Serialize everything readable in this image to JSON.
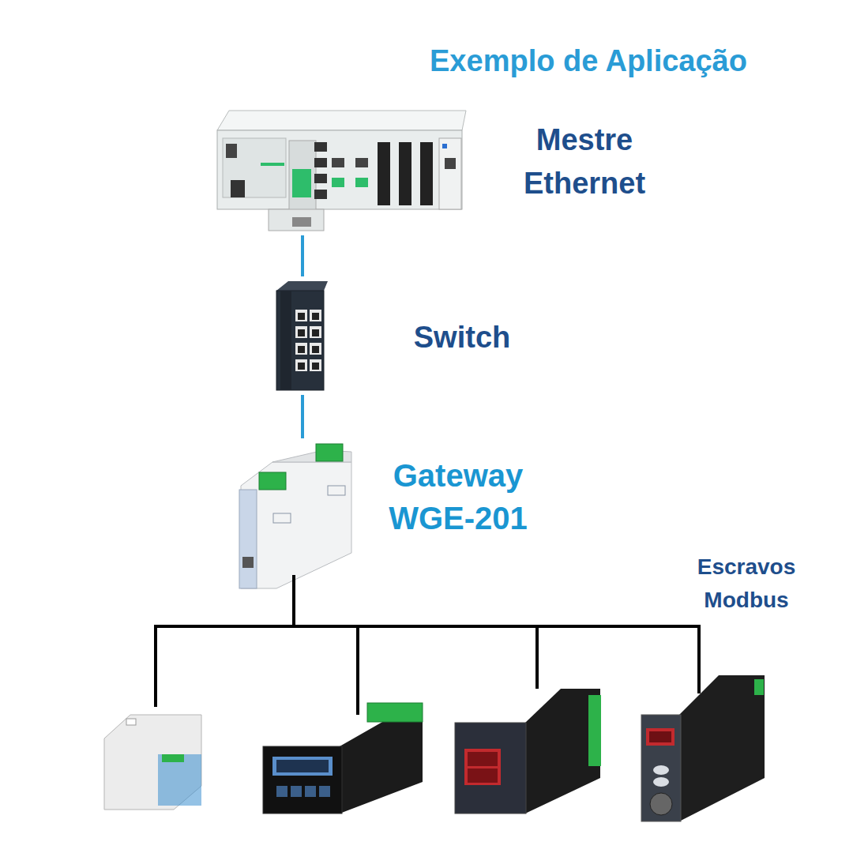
{
  "diagram": {
    "title": "Exemplo de Aplicação",
    "nodes": [
      {
        "text": [
          "Mestre Ethernet"
        ]
      },
      {
        "text": [
          "Switch"
        ]
      },
      {
        "text": [
          "Gateway WGE-201"
        ]
      }
    ],
    "edges": [
      {
        "from": 0,
        "to": 1,
        "arrow": "none"
      },
      {
        "from": 1,
        "to": 2,
        "arrow": "none"
      }
    ],
    "labels": [
      "Escravos Modbus"
    ]
  }
}
